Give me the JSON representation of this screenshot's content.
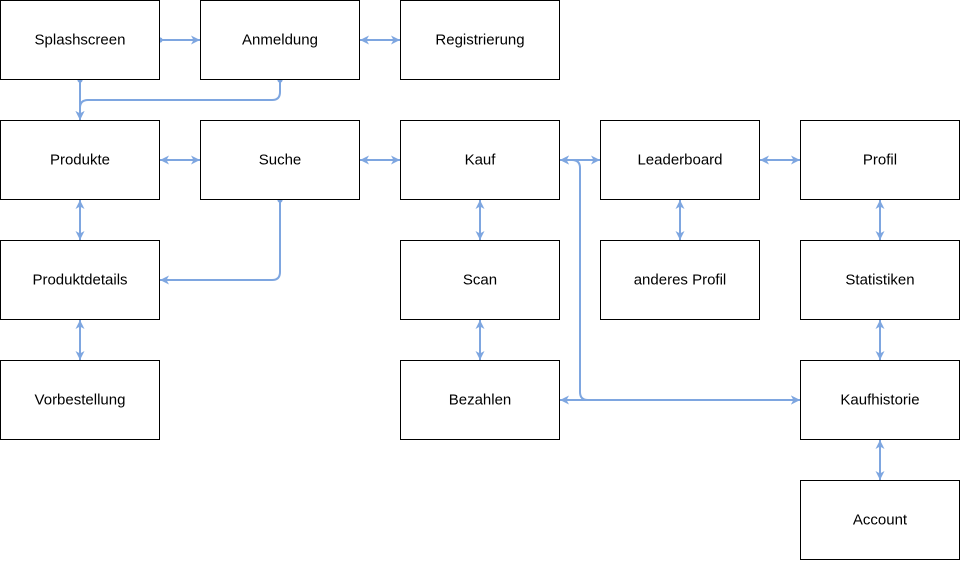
{
  "colors": {
    "connector": "#7ea6e0",
    "box_border": "#000000",
    "box_fill": "#ffffff",
    "text": "#000000"
  },
  "nodes": [
    {
      "id": "splashscreen",
      "label": "Splashscreen"
    },
    {
      "id": "anmeldung",
      "label": "Anmeldung"
    },
    {
      "id": "registrierung",
      "label": "Registrierung"
    },
    {
      "id": "produkte",
      "label": "Produkte"
    },
    {
      "id": "suche",
      "label": "Suche"
    },
    {
      "id": "kauf",
      "label": "Kauf"
    },
    {
      "id": "leaderboard",
      "label": "Leaderboard"
    },
    {
      "id": "profil",
      "label": "Profil"
    },
    {
      "id": "produktdetails",
      "label": "Produktdetails"
    },
    {
      "id": "scan",
      "label": "Scan"
    },
    {
      "id": "anderes-profil",
      "label": "anderes Profil"
    },
    {
      "id": "statistiken",
      "label": "Statistiken"
    },
    {
      "id": "vorbestellung",
      "label": "Vorbestellung"
    },
    {
      "id": "bezahlen",
      "label": "Bezahlen"
    },
    {
      "id": "kaufhistorie",
      "label": "Kaufhistorie"
    },
    {
      "id": "account",
      "label": "Account"
    }
  ],
  "edges": [
    {
      "from": "splashscreen",
      "to": "anmeldung",
      "direction": "one-way"
    },
    {
      "from": "anmeldung",
      "to": "registrierung",
      "direction": "two-way"
    },
    {
      "from": "splashscreen",
      "to": "produkte",
      "direction": "one-way"
    },
    {
      "from": "anmeldung",
      "to": "produkte",
      "direction": "one-way"
    },
    {
      "from": "produkte",
      "to": "suche",
      "direction": "two-way"
    },
    {
      "from": "suche",
      "to": "kauf",
      "direction": "two-way"
    },
    {
      "from": "kauf",
      "to": "leaderboard",
      "direction": "two-way"
    },
    {
      "from": "leaderboard",
      "to": "profil",
      "direction": "two-way"
    },
    {
      "from": "produkte",
      "to": "produktdetails",
      "direction": "two-way"
    },
    {
      "from": "suche",
      "to": "produktdetails",
      "direction": "one-way"
    },
    {
      "from": "kauf",
      "to": "scan",
      "direction": "two-way"
    },
    {
      "from": "leaderboard",
      "to": "anderes-profil",
      "direction": "two-way"
    },
    {
      "from": "profil",
      "to": "statistiken",
      "direction": "two-way"
    },
    {
      "from": "produktdetails",
      "to": "vorbestellung",
      "direction": "two-way"
    },
    {
      "from": "scan",
      "to": "bezahlen",
      "direction": "two-way"
    },
    {
      "from": "statistiken",
      "to": "kaufhistorie",
      "direction": "two-way"
    },
    {
      "from": "kauf",
      "to": "kaufhistorie",
      "direction": "two-way"
    },
    {
      "from": "bezahlen",
      "to": "kaufhistorie",
      "direction": "two-way"
    },
    {
      "from": "kaufhistorie",
      "to": "account",
      "direction": "two-way"
    }
  ]
}
